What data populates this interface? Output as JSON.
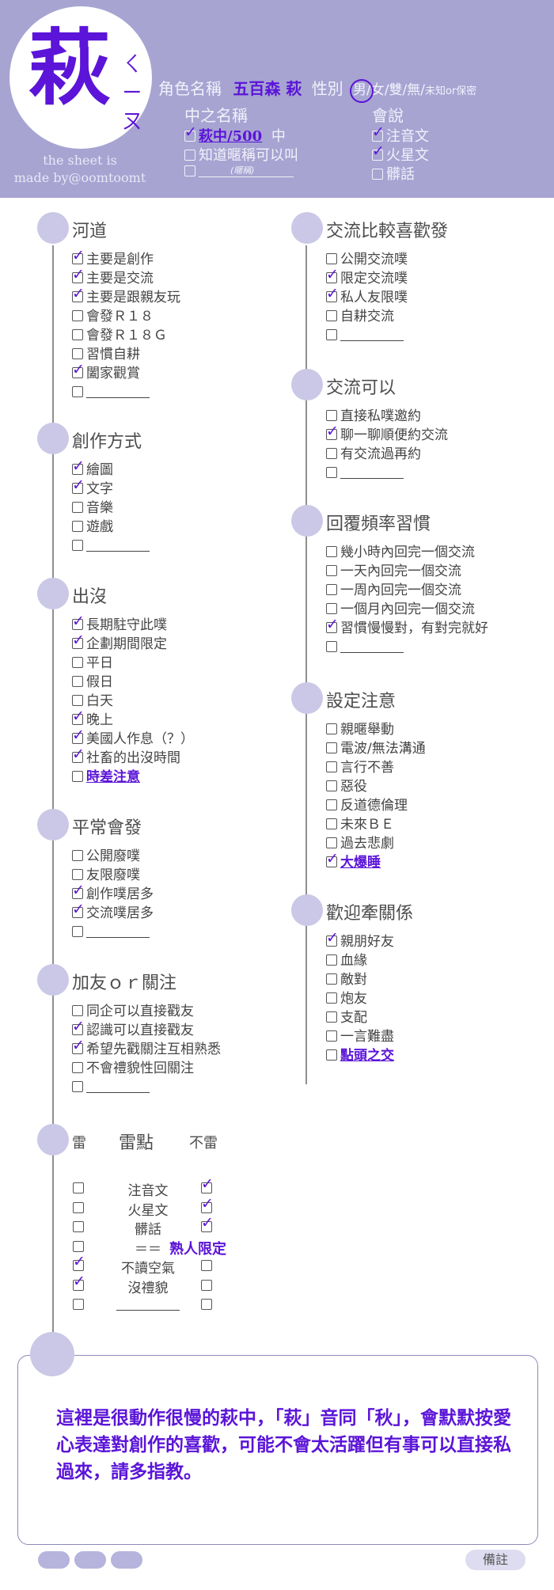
{
  "header": {
    "avatar_char": "萩",
    "avatar_bpmf": [
      "ㄑ",
      "ㄧ",
      "ㄡ"
    ],
    "made_by": [
      "the sheet is",
      "made by@oomtoomt"
    ],
    "role_name_label": "角色名稱",
    "role_name_value": "五百森 萩",
    "gender_label": "性別",
    "gender_options": "男/女/雙/無/",
    "gender_selected": "男",
    "gender_extra": "未知or保密",
    "nickname_label": "中之名稱",
    "nickname_items": [
      {
        "text": "萩中/500",
        "suffix": "中",
        "checked": true,
        "handwritten": true
      },
      {
        "text": "知道暱稱可以叫",
        "checked": false
      },
      {
        "text": "",
        "hint": "(暱稱)",
        "checked": false,
        "blank": true
      }
    ],
    "speak_label": "會說",
    "speak_items": [
      {
        "text": "注音文",
        "checked": true
      },
      {
        "text": "火星文",
        "checked": true
      },
      {
        "text": "髒話",
        "checked": false
      }
    ]
  },
  "sections": [
    {
      "title": "河道",
      "items": [
        {
          "text": "主要是創作",
          "checked": true
        },
        {
          "text": "主要是交流",
          "checked": true
        },
        {
          "text": "主要是跟親友玩",
          "checked": true
        },
        {
          "text": "會發Ｒ１８",
          "checked": false
        },
        {
          "text": "會發Ｒ１８Ｇ",
          "checked": false
        },
        {
          "text": "習慣自耕",
          "checked": false
        },
        {
          "text": "闔家觀賞",
          "checked": true
        },
        {
          "text": "",
          "checked": false,
          "blank": true
        }
      ]
    },
    {
      "title": "創作方式",
      "items": [
        {
          "text": "繪圖",
          "checked": true
        },
        {
          "text": "文字",
          "checked": true
        },
        {
          "text": "音樂",
          "checked": false
        },
        {
          "text": "遊戲",
          "checked": false
        },
        {
          "text": "",
          "checked": false,
          "blank": true
        }
      ]
    },
    {
      "title": "出沒",
      "items": [
        {
          "text": "長期駐守此噗",
          "checked": true
        },
        {
          "text": "企劃期間限定",
          "checked": true
        },
        {
          "text": "平日",
          "checked": false
        },
        {
          "text": "假日",
          "checked": false
        },
        {
          "text": "白天",
          "checked": false
        },
        {
          "text": "晚上",
          "checked": true
        },
        {
          "text": "美國人作息（？）",
          "checked": true
        },
        {
          "text": "社畜的出沒時間",
          "checked": true
        },
        {
          "text": "時差注意",
          "checked": false,
          "handwritten": true
        }
      ]
    },
    {
      "title": "平常會發",
      "items": [
        {
          "text": "公開廢噗",
          "checked": false
        },
        {
          "text": "友限廢噗",
          "checked": false
        },
        {
          "text": "創作噗居多",
          "checked": true
        },
        {
          "text": "交流噗居多",
          "checked": true
        },
        {
          "text": "",
          "checked": false,
          "blank": true
        }
      ]
    },
    {
      "title": "加友ｏｒ關注",
      "items": [
        {
          "text": "同企可以直接戳友",
          "checked": false
        },
        {
          "text": "認識可以直接戳友",
          "checked": true
        },
        {
          "text": "希望先戳關注互相熟悉",
          "checked": true
        },
        {
          "text": "不會禮貌性回關注",
          "checked": false
        },
        {
          "text": "",
          "checked": false,
          "blank": true
        }
      ]
    },
    {
      "title": "交流比較喜歡發",
      "items": [
        {
          "text": "公開交流噗",
          "checked": false
        },
        {
          "text": "限定交流噗",
          "checked": true
        },
        {
          "text": "私人友限噗",
          "checked": true
        },
        {
          "text": "自耕交流",
          "checked": false
        },
        {
          "text": "",
          "checked": false,
          "blank": true
        }
      ]
    },
    {
      "title": "交流可以",
      "items": [
        {
          "text": "直接私噗邀約",
          "checked": false
        },
        {
          "text": "聊一聊順便約交流",
          "checked": true
        },
        {
          "text": "有交流過再約",
          "checked": false
        },
        {
          "text": "",
          "checked": false,
          "blank": true
        }
      ]
    },
    {
      "title": "回覆頻率習慣",
      "items": [
        {
          "text": "幾小時內回完一個交流",
          "checked": false
        },
        {
          "text": "一天內回完一個交流",
          "checked": false
        },
        {
          "text": "一周內回完一個交流",
          "checked": false
        },
        {
          "text": "一個月內回完一個交流",
          "checked": false
        },
        {
          "text": "習慣慢慢對，有對完就好",
          "checked": true
        },
        {
          "text": "",
          "checked": false,
          "blank": true
        }
      ]
    },
    {
      "title": "設定注意",
      "items": [
        {
          "text": "親暱舉動",
          "checked": false
        },
        {
          "text": "電波/無法溝通",
          "checked": false
        },
        {
          "text": "言行不善",
          "checked": false
        },
        {
          "text": "惡役",
          "checked": false
        },
        {
          "text": "反道德倫理",
          "checked": false
        },
        {
          "text": "未來ＢＥ",
          "checked": false
        },
        {
          "text": "過去悲劇",
          "checked": false
        },
        {
          "text": "大爆睡",
          "checked": true,
          "handwritten": true
        }
      ]
    },
    {
      "title": "歡迎牽關係",
      "items": [
        {
          "text": "親朋好友",
          "checked": true
        },
        {
          "text": "血緣",
          "checked": false
        },
        {
          "text": "敵對",
          "checked": false
        },
        {
          "text": "炮友",
          "checked": false
        },
        {
          "text": "支配",
          "checked": false
        },
        {
          "text": "一言難盡",
          "checked": false
        },
        {
          "text": "點頭之交",
          "checked": false,
          "handwritten": true
        }
      ]
    }
  ],
  "mines": {
    "title": "雷點",
    "col_mine": "雷",
    "col_not": "不雷",
    "rows": [
      {
        "text": "注音文",
        "mine": false,
        "not_mine": true
      },
      {
        "text": "火星文",
        "mine": false,
        "not_mine": true
      },
      {
        "text": "髒話",
        "mine": false,
        "not_mine": true
      },
      {
        "text": "＝＝",
        "mine": false,
        "not_mine": false,
        "note": "熟人限定"
      },
      {
        "text": "不讀空氣",
        "mine": true,
        "not_mine": false
      },
      {
        "text": "沒禮貌",
        "mine": true,
        "not_mine": false
      },
      {
        "text": "",
        "mine": false,
        "not_mine": false,
        "blank": true
      }
    ]
  },
  "memo": {
    "text": "這裡是很動作很慢的萩中，「萩」音同「秋」，會默默按愛心表達對創作的喜歡，可能不會太活躍但有事可以直接私過來，請多指教。"
  },
  "footer": {
    "note_label": "備註"
  },
  "colors": {
    "header_bg": "#a7a4d2",
    "accent": "#5b14d8",
    "dot": "#cac8e6"
  }
}
